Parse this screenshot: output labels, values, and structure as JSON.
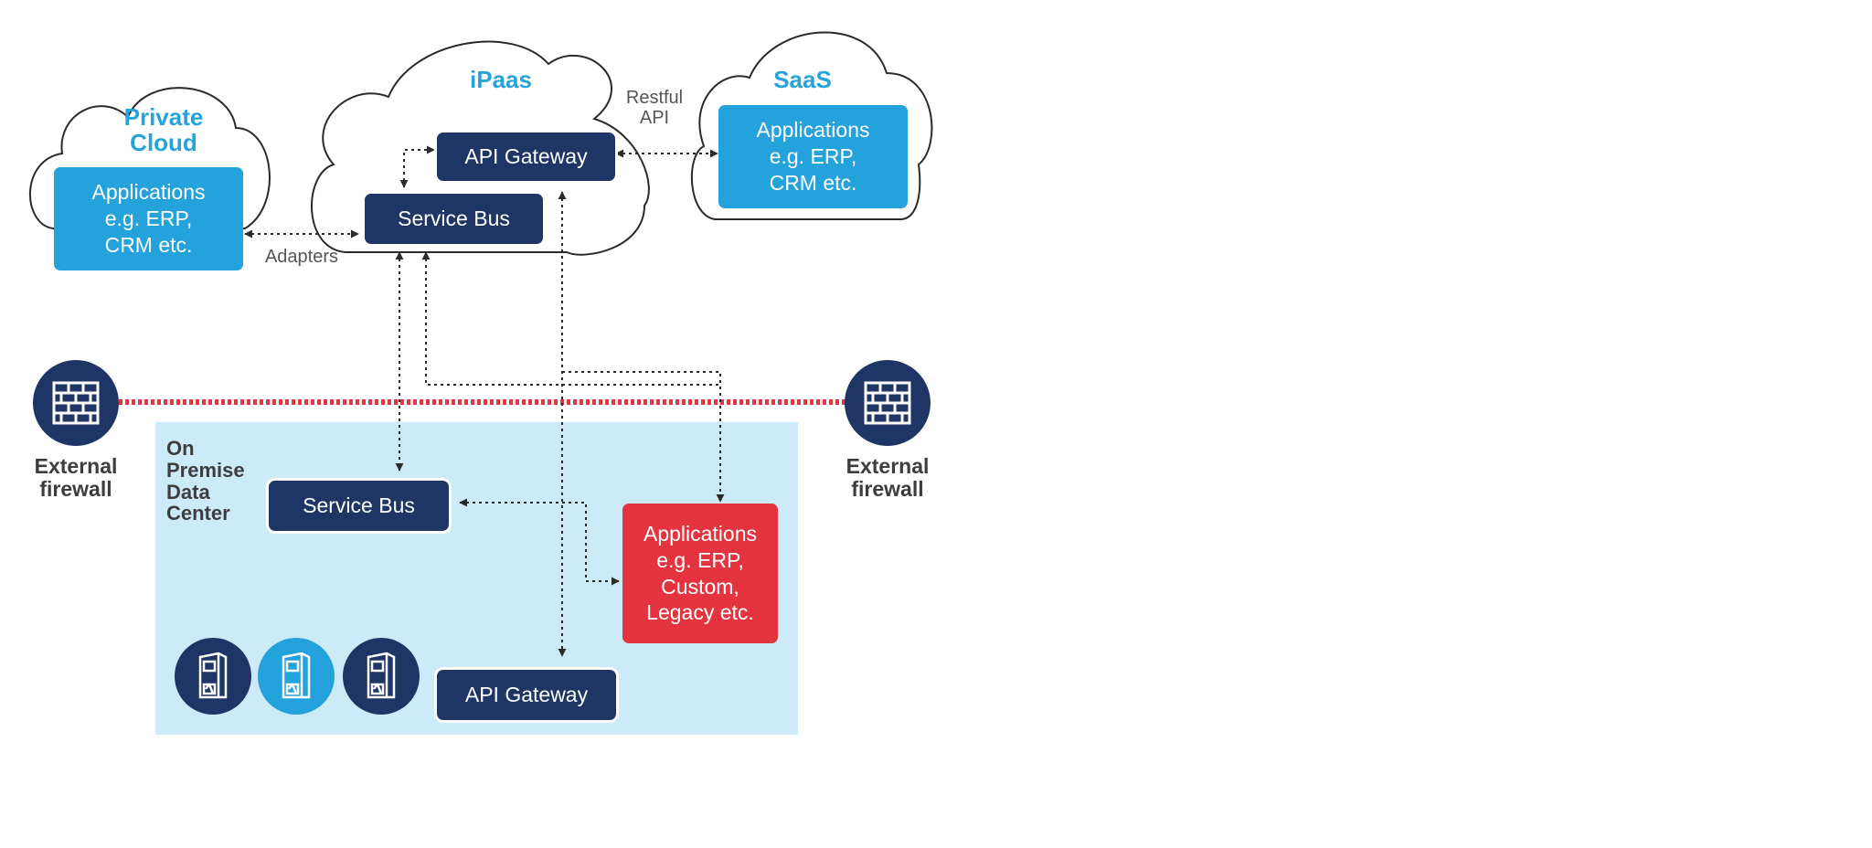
{
  "private_cloud": {
    "title": "Private\nCloud",
    "apps": "Applications\ne.g. ERP,\nCRM etc."
  },
  "ipaas": {
    "title": "iPaas",
    "api_gateway": "API Gateway",
    "service_bus": "Service Bus"
  },
  "saas": {
    "title": "SaaS",
    "apps": "Applications\ne.g. ERP,\nCRM etc."
  },
  "connectors": {
    "restful_api": "Restful\nAPI",
    "adapters": "Adapters"
  },
  "firewall": {
    "left_label": "External\nfirewall",
    "right_label": "External\nfirewall",
    "line_color": "#e5343f",
    "icon": "brick-wall-icon"
  },
  "on_premise": {
    "title": "On\nPremise\nData\nCenter",
    "service_bus": "Service Bus",
    "apps": "Applications\ne.g. ERP,\nCustom,\nLegacy  etc.",
    "api_gateway": "API Gateway",
    "server_icons": [
      "server-icon",
      "server-icon",
      "server-icon"
    ]
  },
  "colors": {
    "navy": "#1f3566",
    "sky_blue": "#24a2dc",
    "red": "#e5343f",
    "on_premise_bg": "#cdeaf8"
  }
}
